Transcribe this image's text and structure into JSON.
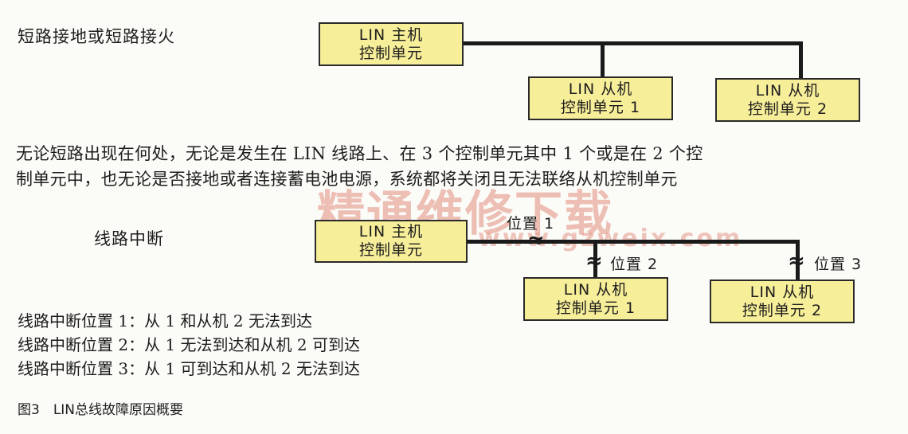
{
  "top_section": {
    "heading": "短路接地或短路接火",
    "master": {
      "line1": "LIN 主机",
      "line2": "控制单元"
    },
    "slave1": {
      "line1": "LIN 从机",
      "line2": "控制单元 1"
    },
    "slave2": {
      "line1": "LIN 从机",
      "line2": "控制单元 2"
    }
  },
  "description": {
    "line1": "无论短路出现在何处，无论是发生在 LIN 线路上、在 3 个控制单元其中 1 个或是在 2 个控",
    "line2": "制单元中，也无论是否接地或者连接蓄电池电源，系统都将关闭且无法联络从机控制单元"
  },
  "bottom_section": {
    "heading": "线路中断",
    "master": {
      "line1": "LIN 主机",
      "line2": "控制单元"
    },
    "slave1": {
      "line1": "LIN 从机",
      "line2": "控制单元 1"
    },
    "slave2": {
      "line1": "LIN 从机",
      "line2": "控制单元 2"
    },
    "locations": [
      "位置 1",
      "位置 2",
      "位置 3"
    ]
  },
  "interruption_cases": [
    "线路中断位置 1：从 1 和从机 2 无法到达",
    "线路中断位置 2：从 1 无法到达和从机 2 可到达",
    "线路中断位置 3：从 1 可到达和从机 2 无法到达"
  ],
  "caption": "图3　LIN总线故障原因概要",
  "watermark": {
    "line1": "精通维修下载",
    "line2": "www.gzweix.com"
  },
  "colors": {
    "box_fill": "#f7ee9a",
    "wire": "#1a1a1a",
    "watermark": "#e28c7d"
  }
}
